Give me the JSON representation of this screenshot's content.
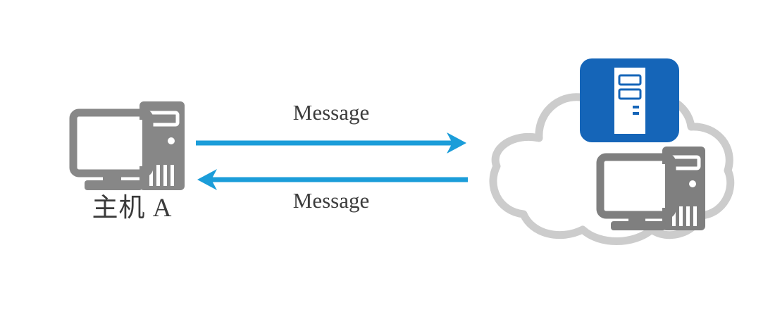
{
  "diagram": {
    "title": "Host A message exchange with network cloud",
    "background_color": "#ffffff",
    "nodes": {
      "host_a": {
        "label": "主机 A",
        "icon": "desktop-computer-icon",
        "color": "#878787"
      },
      "cloud": {
        "label": "",
        "icon": "cloud-icon",
        "color": "#cccccc"
      },
      "server": {
        "label": "",
        "icon": "server-icon",
        "color": "#1565b8"
      },
      "cloud_host": {
        "label": "",
        "icon": "desktop-computer-icon",
        "color": "#7f7f7f"
      }
    },
    "edges": [
      {
        "label": "Message",
        "direction": "host-a-to-cloud",
        "icon": "arrow-right-icon",
        "color": "#1b9dd9"
      },
      {
        "label": "Message",
        "direction": "cloud-to-host-a",
        "icon": "arrow-left-icon",
        "color": "#1b9dd9"
      }
    ]
  }
}
